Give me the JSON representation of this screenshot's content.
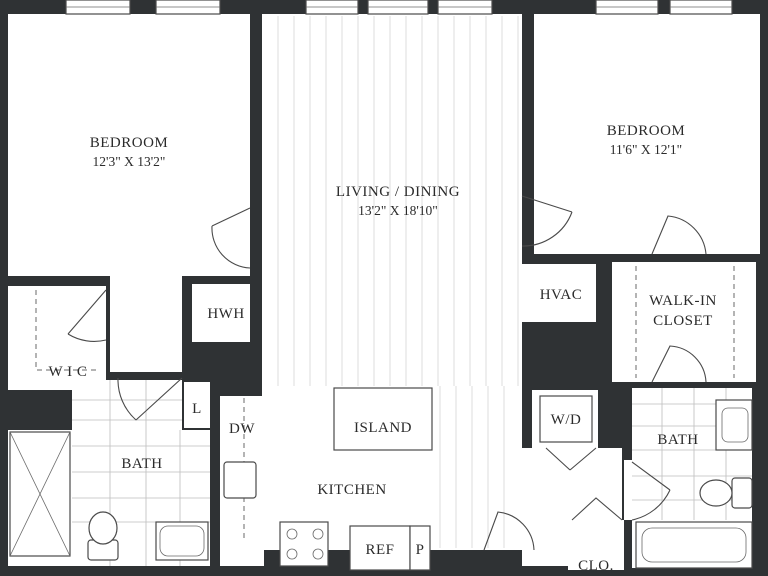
{
  "rooms": {
    "bedroom_left": {
      "name": "BEDROOM",
      "dims": "12'3\" X 13'2\""
    },
    "bedroom_right": {
      "name": "BEDROOM",
      "dims": "11'6\" X 12'1\""
    },
    "living": {
      "name": "LIVING / DINING",
      "dims": "13'2\" X 18'10\""
    },
    "kitchen": "KITCHEN",
    "island": "ISLAND",
    "bath_left": "BATH",
    "bath_right": "BATH",
    "wic": "W I C",
    "walk_in_closet_line1": "WALK-IN",
    "walk_in_closet_line2": "CLOSET",
    "hwh": "HWH",
    "hvac": "HVAC",
    "wd": "W/D",
    "linen": "L",
    "dw": "DW",
    "ref": "REF",
    "pantry": "P",
    "closet": "CLO."
  },
  "colors": {
    "wall": "#2f3234",
    "floor": "#ffffff",
    "line": "#4a4a4a"
  }
}
